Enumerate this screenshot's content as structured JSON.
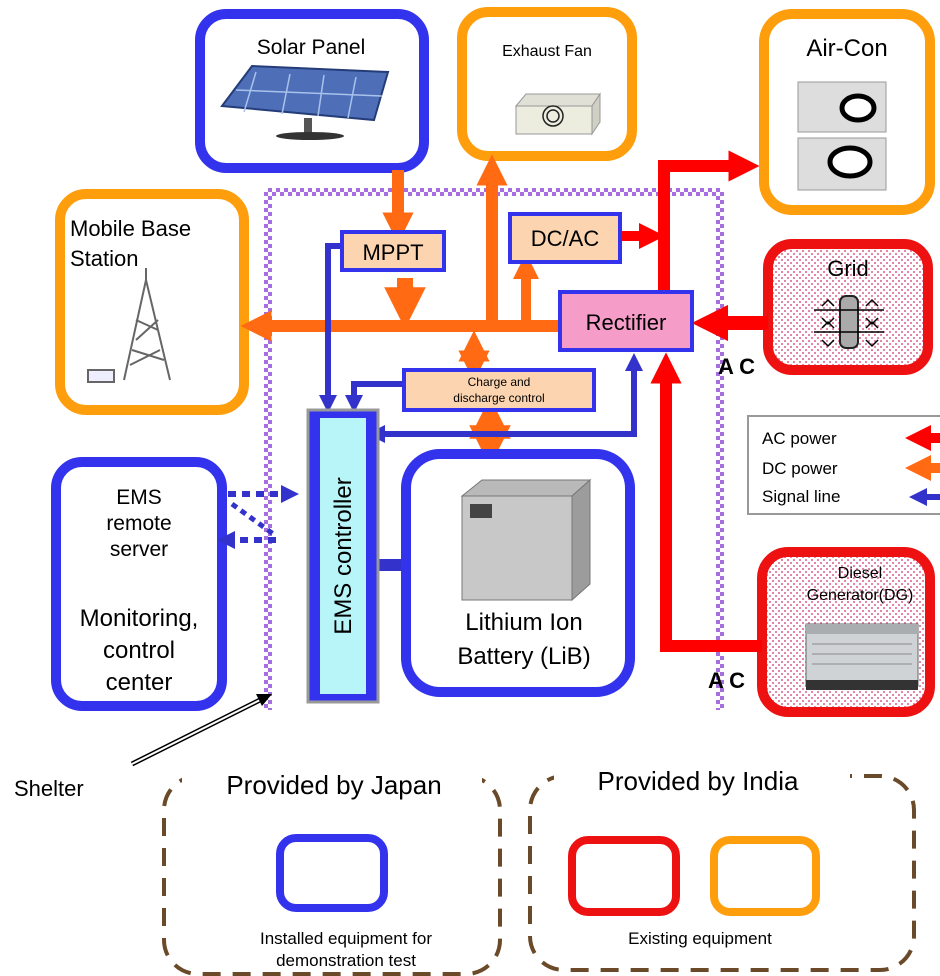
{
  "nodes": {
    "solar_panel": "Solar Panel",
    "exhaust_fan": "Exhaust Fan",
    "air_con": "Air-Con",
    "mobile_base_station_line1": "Mobile Base",
    "mobile_base_station_line2": "Station",
    "mppt": "MPPT",
    "dc_ac": "DC/AC",
    "rectifier": "Rectifier",
    "grid": "Grid",
    "charge_control_line1": "Charge and",
    "charge_control_line2": "discharge control",
    "ems_controller": "EMS controller",
    "lithium_battery_line1": "Lithium Ion",
    "lithium_battery_line2": "Battery (LiB)",
    "ems_remote_line1": "EMS",
    "ems_remote_line2": "remote",
    "ems_remote_line3": "server",
    "monitoring_line1": "Monitoring,",
    "monitoring_line2": "control",
    "monitoring_line3": "center",
    "diesel_line1": "Diesel",
    "diesel_line2": "Generator(DG)",
    "ac_label_grid": "A C",
    "ac_label_dg": "A C",
    "shelter": "Shelter"
  },
  "legend": {
    "ac_power": "AC power",
    "dc_power": "DC power",
    "signal_line": "Signal line",
    "colors": {
      "ac": "#ff0000",
      "dc": "#ff6a13",
      "signal": "#3333cc"
    }
  },
  "provided": {
    "japan_title": "Provided by Japan",
    "japan_caption_line1": "Installed equipment for",
    "japan_caption_line2": "demonstration test",
    "india_title": "Provided by India",
    "india_caption": "Existing equipment"
  },
  "colors": {
    "blue_border": "#3333ee",
    "orange_border": "#ff9e0d",
    "red_border": "#ee1111",
    "shelter_border": "#9955dd"
  }
}
